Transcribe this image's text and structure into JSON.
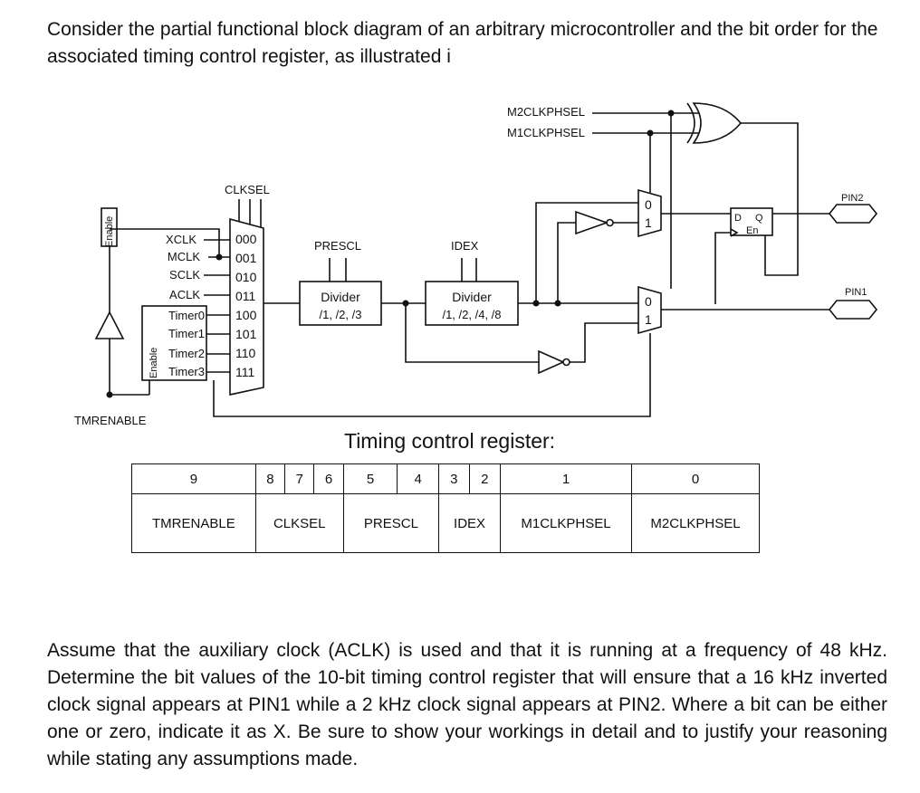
{
  "question": {
    "intro": "Consider the partial functional block diagram of an arbitrary microcontroller and the bit order for the associated timing control register, as illustrated i",
    "body": "Assume that the auxiliary clock (ACLK) is used and that it is running at a frequency of 48 kHz. Determine the bit values of the 10-bit timing control register that will ensure that a 16 kHz inverted clock signal appears at PIN1 while a 2 kHz clock signal appears at PIN2. Where a bit can be either one or zero, indicate it as X. Be sure to show your workings in detail and to justify your reasoning while stating any assumptions made."
  },
  "diagram": {
    "clksel_label": "CLKSEL",
    "inputs": [
      "XCLK",
      "MCLK",
      "SCLK",
      "ACLK",
      "Timer0",
      "Timer1",
      "Timer2",
      "Timer3"
    ],
    "codes": [
      "000",
      "001",
      "010",
      "011",
      "100",
      "101",
      "110",
      "111"
    ],
    "enable_label": "Enable",
    "enable_label_2": "Enable",
    "tmrenable_label": "TMRENABLE",
    "prescl_label": "PRESCL",
    "divider1_title": "Divider",
    "divider1_ratios": "/1, /2, /3",
    "idex_label": "IDEX",
    "divider2_title": "Divider",
    "divider2_ratios": "/1, /2, /4, /8",
    "m2clkphsel_label": "M2CLKPHSEL",
    "m1clkphsel_label": "M1CLKPHSEL",
    "mux_top": {
      "in0": "0",
      "in1": "1"
    },
    "mux_bottom": {
      "in0": "0",
      "in1": "1"
    },
    "ff": {
      "d": "D",
      "q": "Q",
      "en": "En"
    },
    "pin2_label": "PIN2",
    "pin1_label": "PIN1"
  },
  "register": {
    "title": "Timing control register:",
    "bits": [
      "9",
      "8",
      "7",
      "6",
      "5",
      "4",
      "3",
      "2",
      "1",
      "0"
    ],
    "fields": [
      "TMRENABLE",
      "CLKSEL",
      "PRESCL",
      "IDEX",
      "M1CLKPHSEL",
      "M2CLKPHSEL"
    ]
  }
}
